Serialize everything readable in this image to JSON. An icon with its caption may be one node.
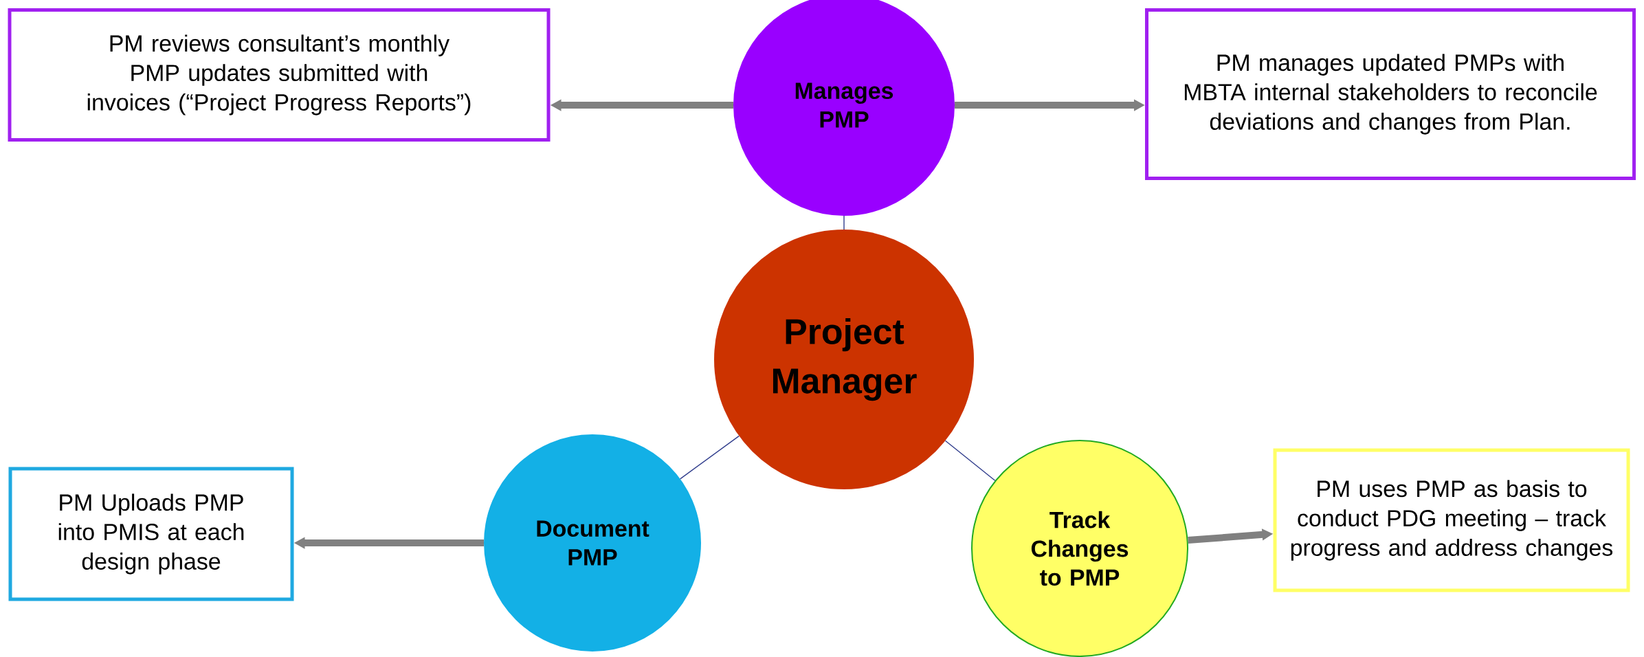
{
  "diagram": {
    "nodes": [
      {
        "text": [
          "PM reviews consultant’s monthly PMP updates submitted with invoices (“Project Progress Reports”)"
        ]
      },
      {
        "text": [
          "Manages PMP"
        ]
      },
      {
        "text": [
          "PM manages updated PMPs with MBTA internal stakeholders to reconcile deviations and changes from Plan."
        ]
      },
      {
        "text": [
          "Project Manager"
        ]
      },
      {
        "text": [
          "PM Uploads PMP into PMIS at each design phase"
        ]
      },
      {
        "text": [
          "Document PMP"
        ]
      },
      {
        "text": [
          "Track Changes to PMP"
        ]
      },
      {
        "text": [
          "PM uses PMP as basis to conduct PDG meeting – track progress and address changes"
        ]
      }
    ],
    "edges": [
      {
        "from": 3,
        "to": 1,
        "arrow": "none",
        "color": "#2f3c8c"
      },
      {
        "from": 3,
        "to": 5,
        "arrow": "none",
        "color": "#2f3c8c"
      },
      {
        "from": 3,
        "to": 6,
        "arrow": "none",
        "color": "#2f3c8c"
      },
      {
        "from": 1,
        "to": 0,
        "arrow": "to"
      },
      {
        "from": 1,
        "to": 2,
        "arrow": "to"
      },
      {
        "from": 5,
        "to": 4,
        "arrow": "to"
      },
      {
        "from": 6,
        "to": 7,
        "arrow": "to"
      }
    ]
  }
}
